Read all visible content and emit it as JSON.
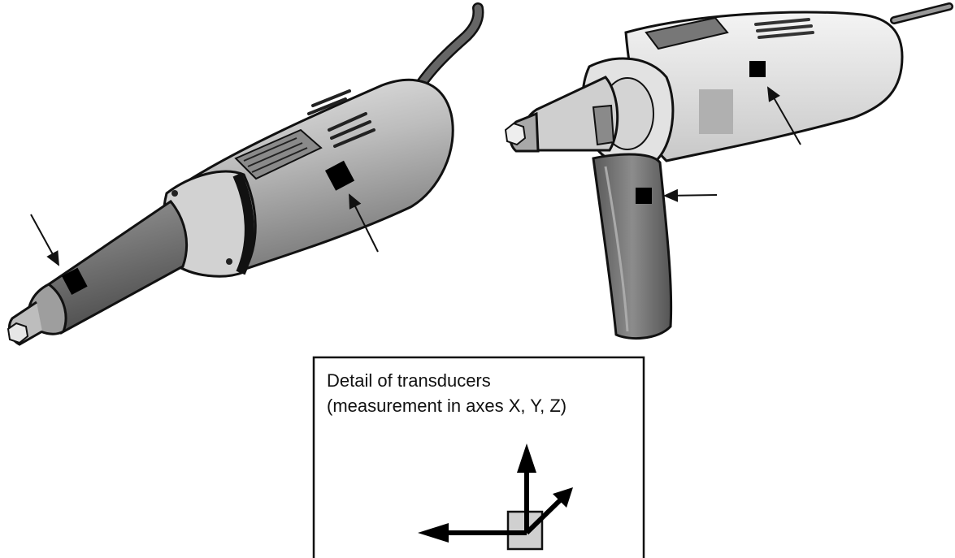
{
  "figure": {
    "detail_title_line1": "Detail of transducers",
    "detail_title_line2": "(measurement in axes X, Y, Z)"
  },
  "colors": {
    "outline": "#111111",
    "tool_body_light": "#d8d8d8",
    "tool_body_mid": "#b9b9b9",
    "tool_body_dark": "#6e6e6e",
    "transducer": "#000000",
    "transducer_detail_fill": "#d0d0d0"
  },
  "icons": {
    "straight_grinder": "straight-grinder-illustration",
    "pistol_grip_tool": "pistol-grip-tool-illustration",
    "axis_arrows": "xyz-axis-arrows"
  }
}
